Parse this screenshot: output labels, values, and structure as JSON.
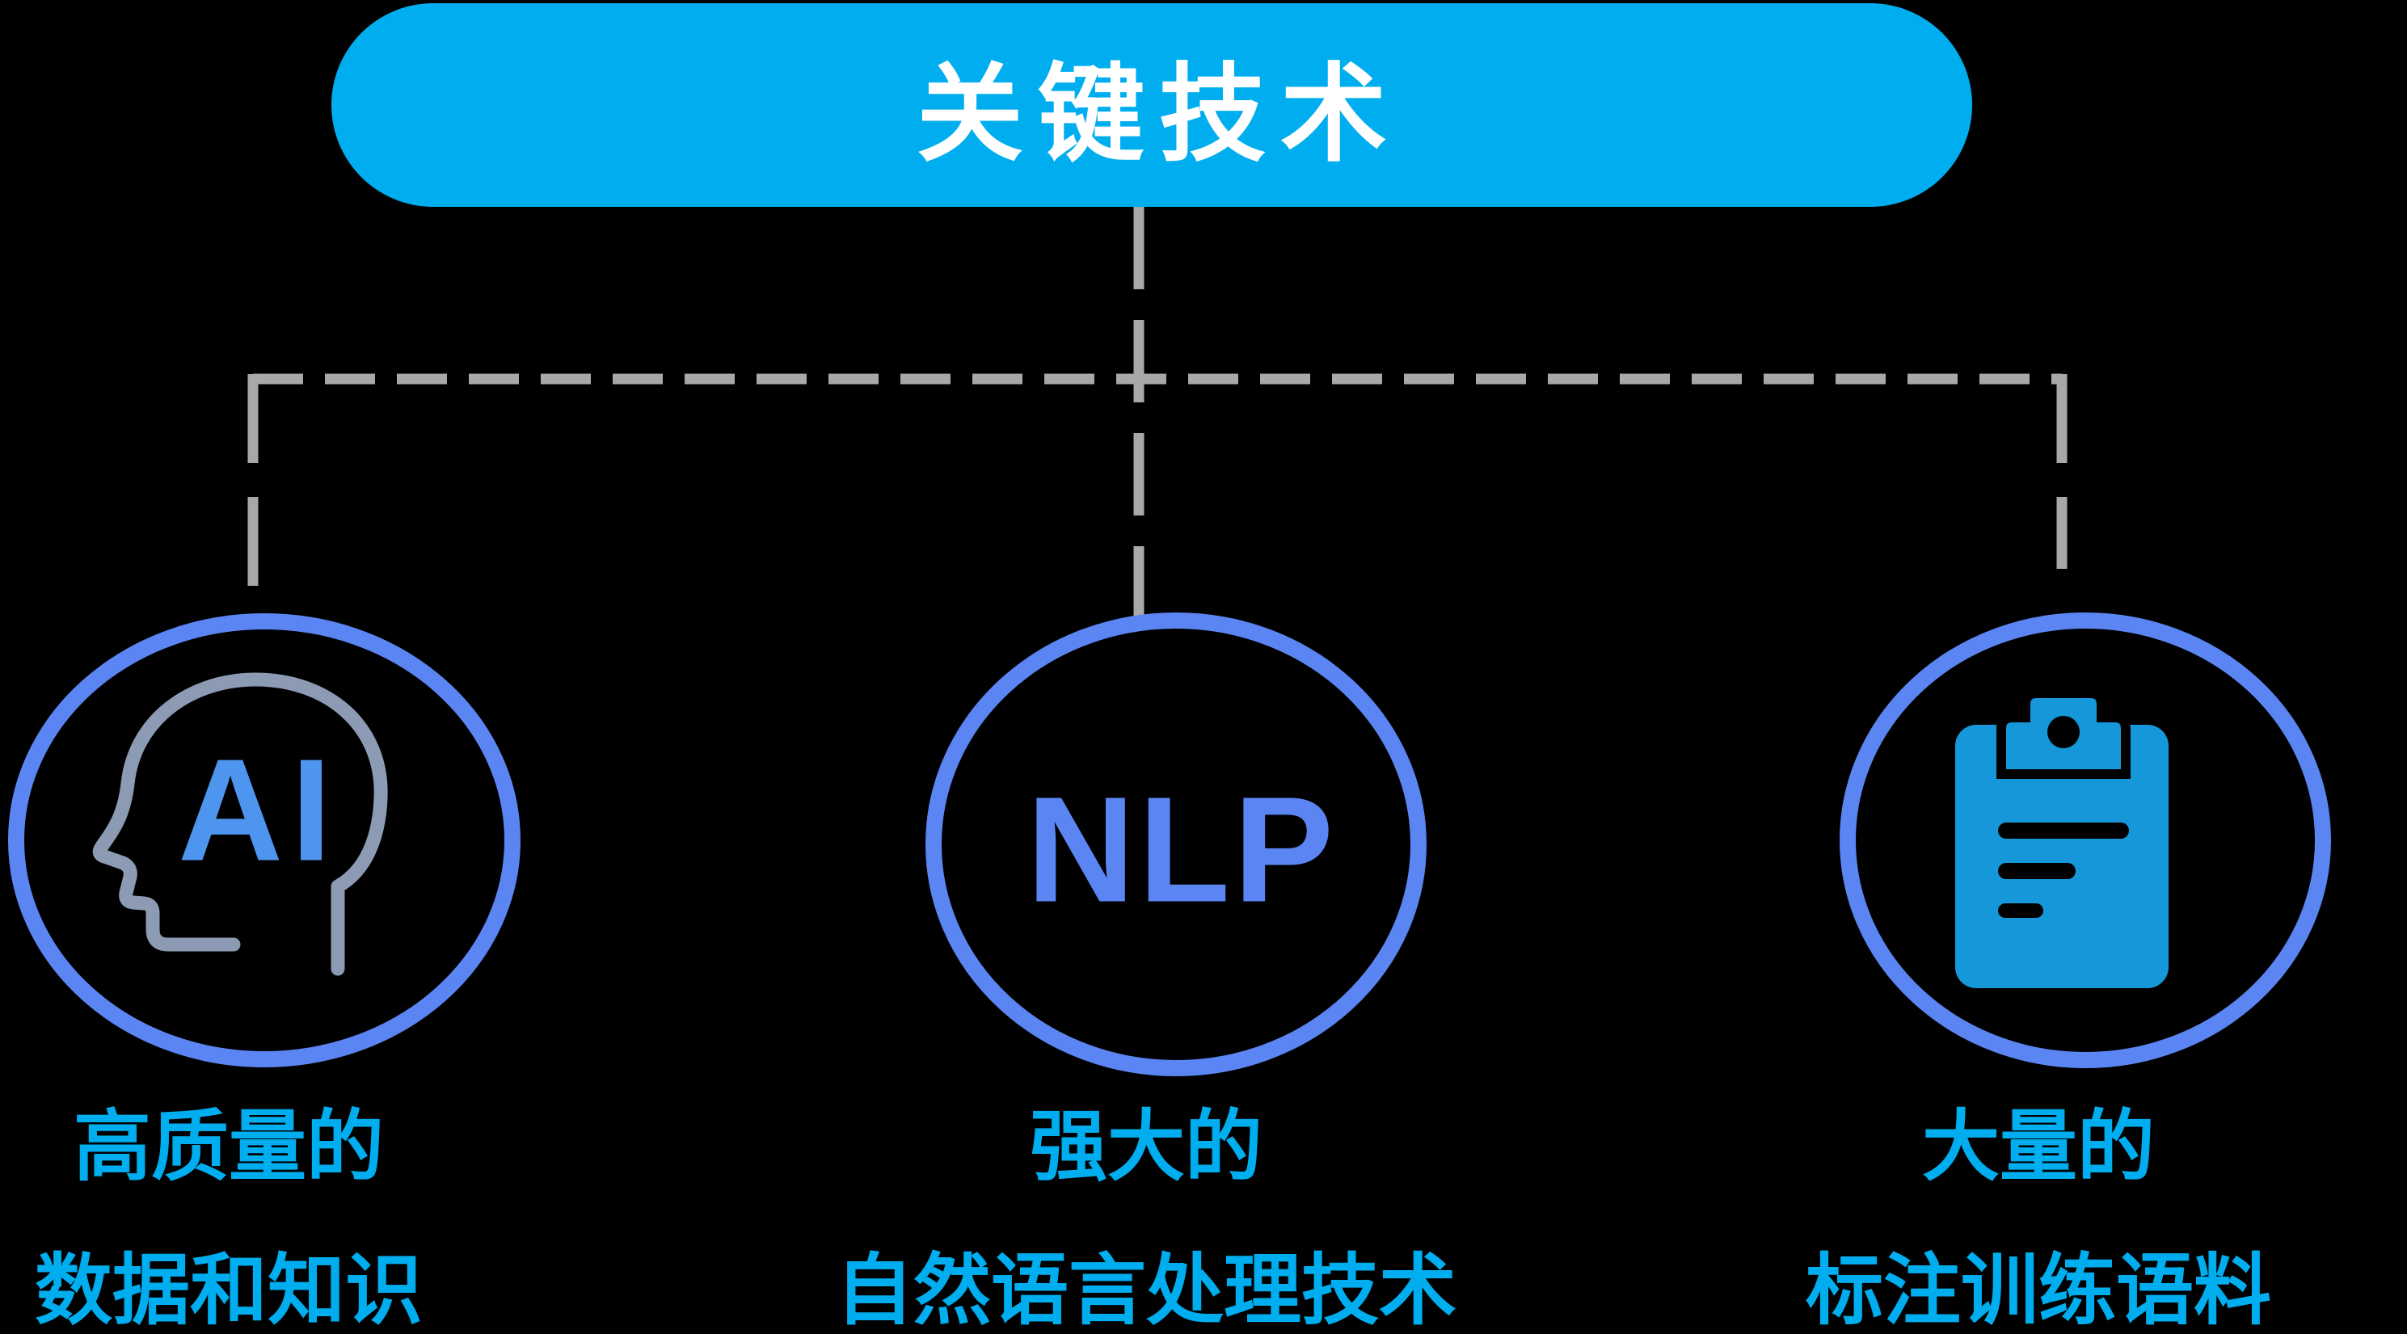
{
  "title": {
    "label": "关键技术"
  },
  "colors": {
    "background": "#000000",
    "title_pill": "#00AEEF",
    "title_text": "#FFFFFF",
    "connector_gray": "#A8A8A8",
    "circle_stroke": "#5B85F2",
    "nlp_text": "#5B85F2",
    "ai_text": "#4E95EF",
    "head_outline": "#8C9BB3",
    "clipboard_fill": "#1697DA",
    "label_cyan": "#00AEEF"
  },
  "nodes": [
    {
      "id": "high-quality-data",
      "icon": "ai-head-icon",
      "icon_text": "AI",
      "label_line1": "高质量的",
      "label_line2": "数据和知识"
    },
    {
      "id": "nlp-technology",
      "icon": "nlp-text",
      "icon_text": "NLP",
      "label_line1": "强大的",
      "label_line2": "自然语言处理技术"
    },
    {
      "id": "annotated-corpus",
      "icon": "clipboard-icon",
      "icon_text": "",
      "label_line1": "大量的",
      "label_line2": "标注训练语料"
    }
  ]
}
